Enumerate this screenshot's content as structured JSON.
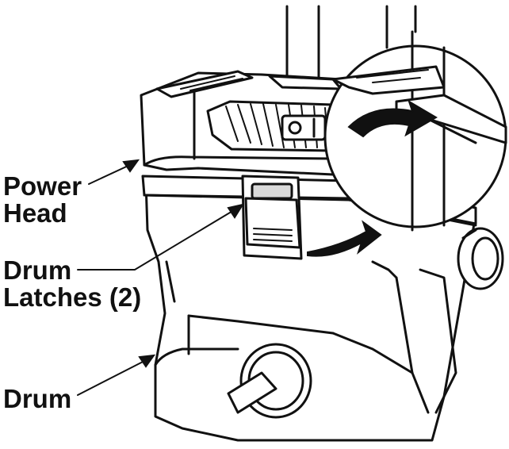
{
  "labels": {
    "power_head": [
      "Power",
      "Head"
    ],
    "drum_latches": [
      "Drum",
      "Latches (2)"
    ],
    "drum": [
      "Drum"
    ]
  },
  "colors": {
    "line": "#111111",
    "background": "#ffffff",
    "shade": "#d9d9d9"
  }
}
